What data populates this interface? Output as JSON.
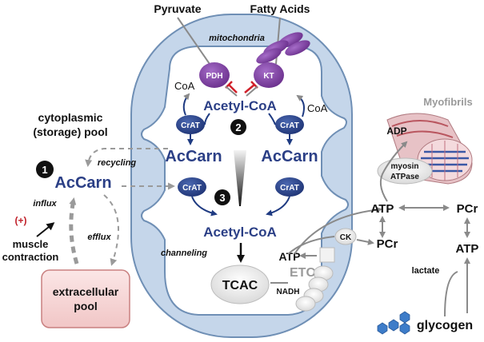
{
  "labels": {
    "pyruvate": "Pyruvate",
    "fatty_acids": "Fatty Acids",
    "mitochondria": "mitochondria",
    "pdh": "PDH",
    "kt": "KT",
    "coa_left": "CoA",
    "coa_right": "CoA",
    "acetyl_coa_top": "Acetyl-CoA",
    "crat": "CrAT",
    "step_1": "1",
    "step_2": "2",
    "step_3": "3",
    "acarn_left": "AcCarn",
    "acarn_right": "AcCarn",
    "acetyl_coa_bottom": "Acetyl-CoA",
    "channeling": "channeling",
    "tcac": "TCAC",
    "cytoplasmic_pool_line1": "cytoplasmic",
    "cytoplasmic_pool_line2": "(storage) pool",
    "acarn_cyto": "AcCarn",
    "recycling": "recycling",
    "influx": "influx",
    "efflux": "efflux",
    "plus": "(+)",
    "muscle_contraction_line1": "muscle",
    "muscle_contraction_line2": "contraction",
    "extracellular_line1": "extracellular",
    "extracellular_line2": "pool",
    "atp_etc": "ATP",
    "etc": "ETC",
    "nadh": "NADH",
    "ck": "CK",
    "pcr_mid": "PCr",
    "atp_right": "ATP",
    "pcr_right": "PCr",
    "atp_far_right": "ATP",
    "lactate": "lactate",
    "glycogen": "glycogen",
    "adp": "ADP",
    "myosin_line1": "myosin",
    "myosin_line2": "ATPase",
    "myofibrils": "Myofibrils"
  },
  "colors": {
    "membrane": "#c5d6ea",
    "membrane_stroke": "#6f8fb5",
    "enzyme_purple": "#7b3f9e",
    "crat_blue": "#2e4a8f",
    "text_blue": "#2b3f86",
    "inhibit_red": "#d0202a",
    "extracellular_fill": "#f6d7d7",
    "extracellular_stroke": "#c98080",
    "glycogen_blue": "#3d7cc9"
  }
}
